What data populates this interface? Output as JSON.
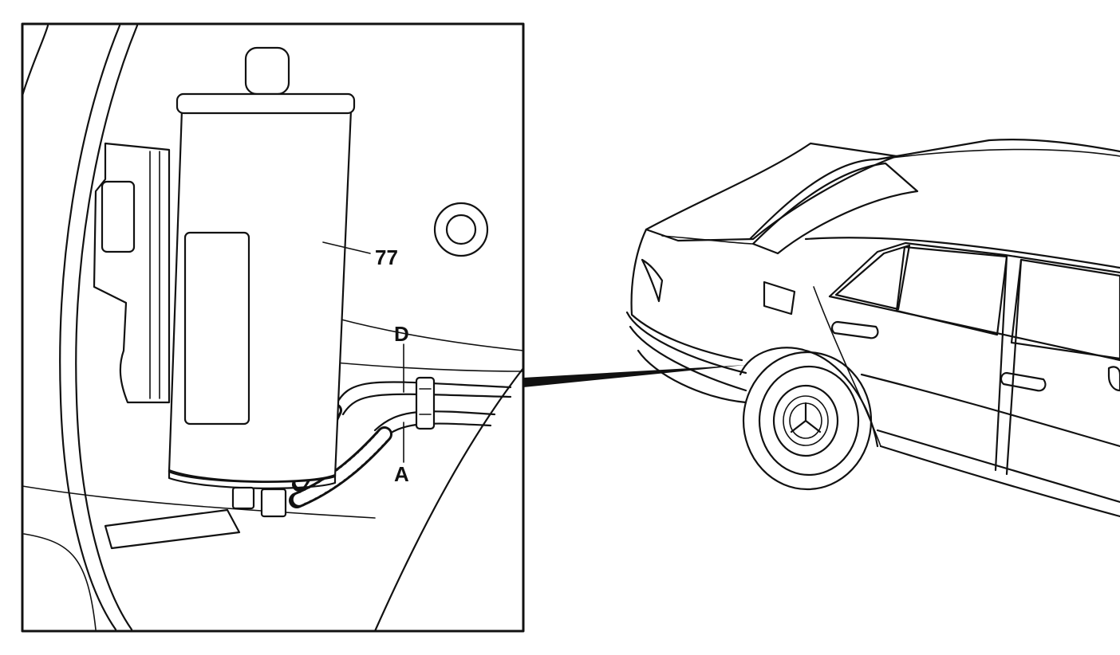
{
  "diagram": {
    "callouts": {
      "canister": "77",
      "line_d": "D",
      "line_a": "A"
    },
    "colors": {
      "stroke": "#111111",
      "background": "#ffffff"
    },
    "icons": {
      "emblem": "three-pointed-star-emblem-icon"
    }
  }
}
